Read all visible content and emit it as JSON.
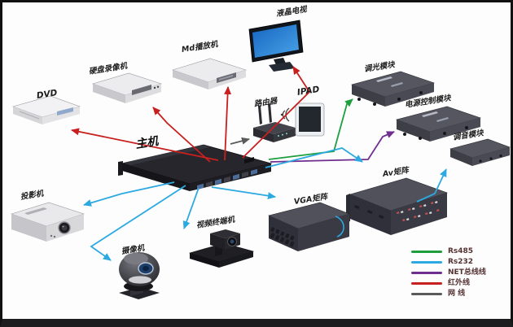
{
  "devices": [
    {
      "id": "lcd-tv",
      "label": "液晶电视"
    },
    {
      "id": "md-player",
      "label": "Md播放机"
    },
    {
      "id": "hdd-recorder",
      "label": "硬盘录像机"
    },
    {
      "id": "dvd-player",
      "label": "DVD"
    },
    {
      "id": "host",
      "label": "主机"
    },
    {
      "id": "router",
      "label": "路由器"
    },
    {
      "id": "ipad",
      "label": "IPAD"
    },
    {
      "id": "dimmer-module",
      "label": "调光模块"
    },
    {
      "id": "power-control-module",
      "label": "电源控制模块"
    },
    {
      "id": "audio-module",
      "label": "调音模块"
    },
    {
      "id": "av-matrix",
      "label": "Av矩阵"
    },
    {
      "id": "vga-matrix",
      "label": "VGA矩阵"
    },
    {
      "id": "video-terminal",
      "label": "视频终端机"
    },
    {
      "id": "projector",
      "label": "投影机"
    },
    {
      "id": "camera",
      "label": "摄像机"
    }
  ],
  "legend": {
    "items": [
      {
        "label": "Rs485",
        "color": "#1f9e3e"
      },
      {
        "label": "Rs232",
        "color": "#2ba9e0"
      },
      {
        "label": "NET总线线",
        "color": "#6f2f8f"
      },
      {
        "label": "红外线",
        "color": "#c8201f"
      },
      {
        "label": "网 线",
        "color": "#5a5a5a"
      }
    ]
  }
}
